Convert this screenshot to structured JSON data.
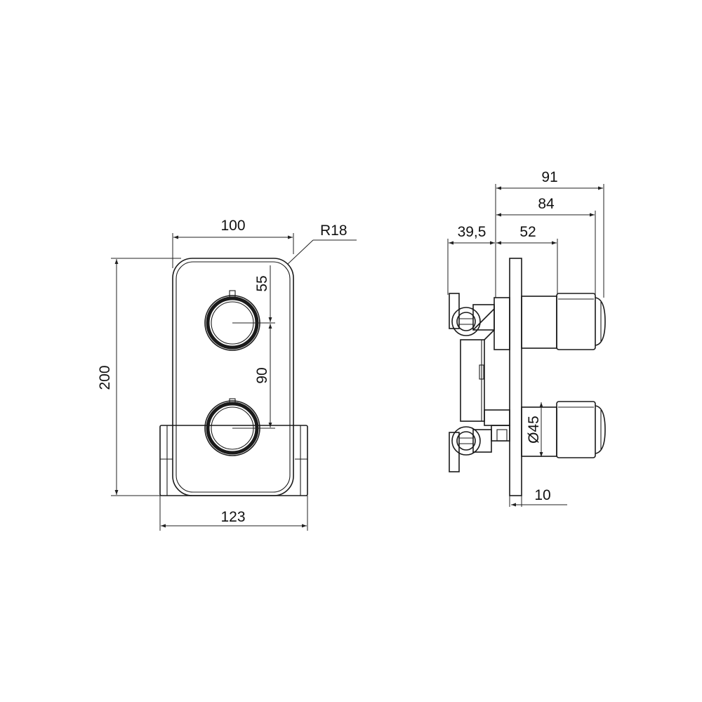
{
  "front_view": {
    "width_label": "100",
    "radius_label": "R18",
    "height_label": "200",
    "knob_offset_label": "55",
    "knob_spacing_label": "90",
    "base_width_label": "123"
  },
  "side_view": {
    "total_depth_label": "91",
    "knob_depth_label": "84",
    "body_depth_label": "39,5",
    "spindle_depth_label": "52",
    "knob_diameter_label": "Ø45",
    "plate_thickness_label": "10"
  },
  "colors": {
    "line": "#1a1a1a",
    "background": "#ffffff"
  }
}
